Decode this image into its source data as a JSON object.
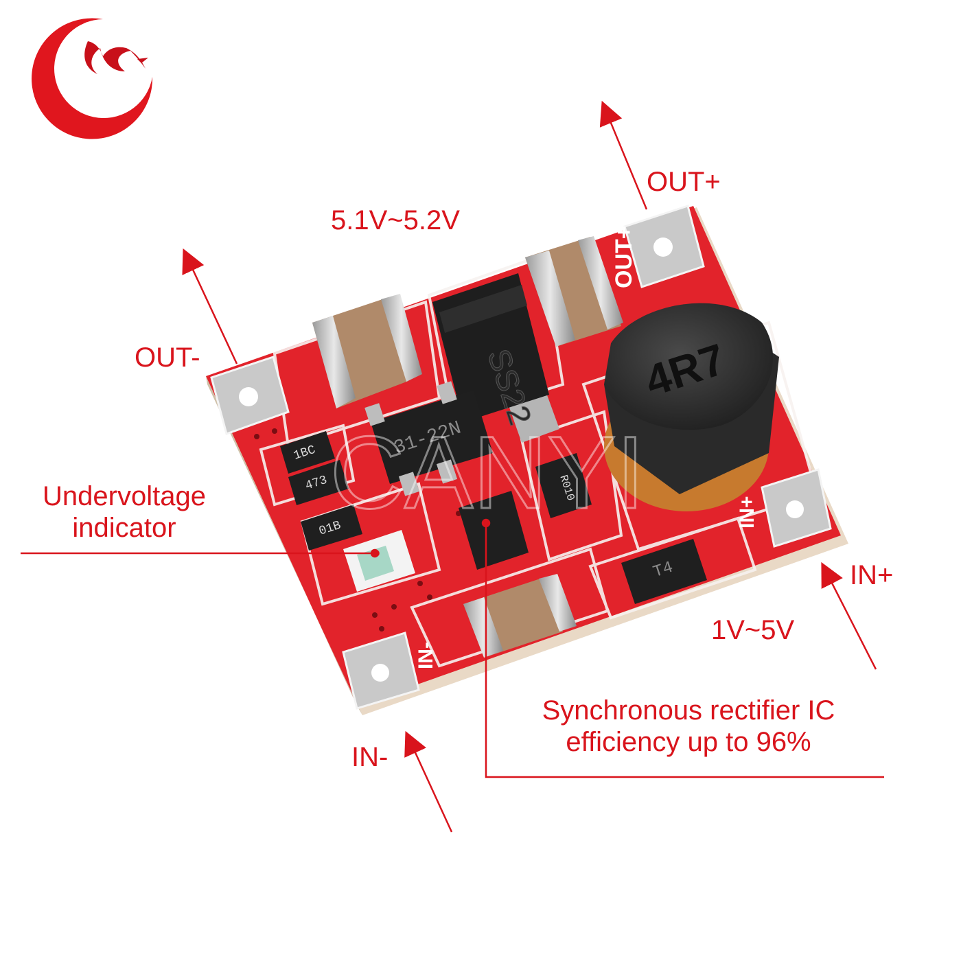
{
  "brand": {
    "logo_icon": "crescent-phoenix-logo-icon",
    "watermark": "CANYI",
    "accent_color": "#d9141c"
  },
  "labels": {
    "output_voltage": "5.1V~5.2V",
    "out_plus": "OUT+",
    "out_minus": "OUT-",
    "in_plus": "IN+",
    "in_minus": "IN-",
    "input_voltage": "1V~5V",
    "undervoltage_line1": "Undervoltage",
    "undervoltage_line2": "indicator",
    "rectifier_line1": "Synchronous rectifier IC",
    "rectifier_line2": "efficiency up to 96%"
  },
  "board": {
    "color": "#e2232b",
    "silkscreen_out_plus": "OUT+",
    "silkscreen_in_plus": "IN+",
    "silkscreen_in_minus": "IN-",
    "inductor_marking": "4R7",
    "diode_marking": "SS22",
    "ic_marking": "31-22N",
    "transistor_marking": "T4",
    "resistor_markings": [
      "1BC",
      "473",
      "01B",
      "R010"
    ]
  }
}
